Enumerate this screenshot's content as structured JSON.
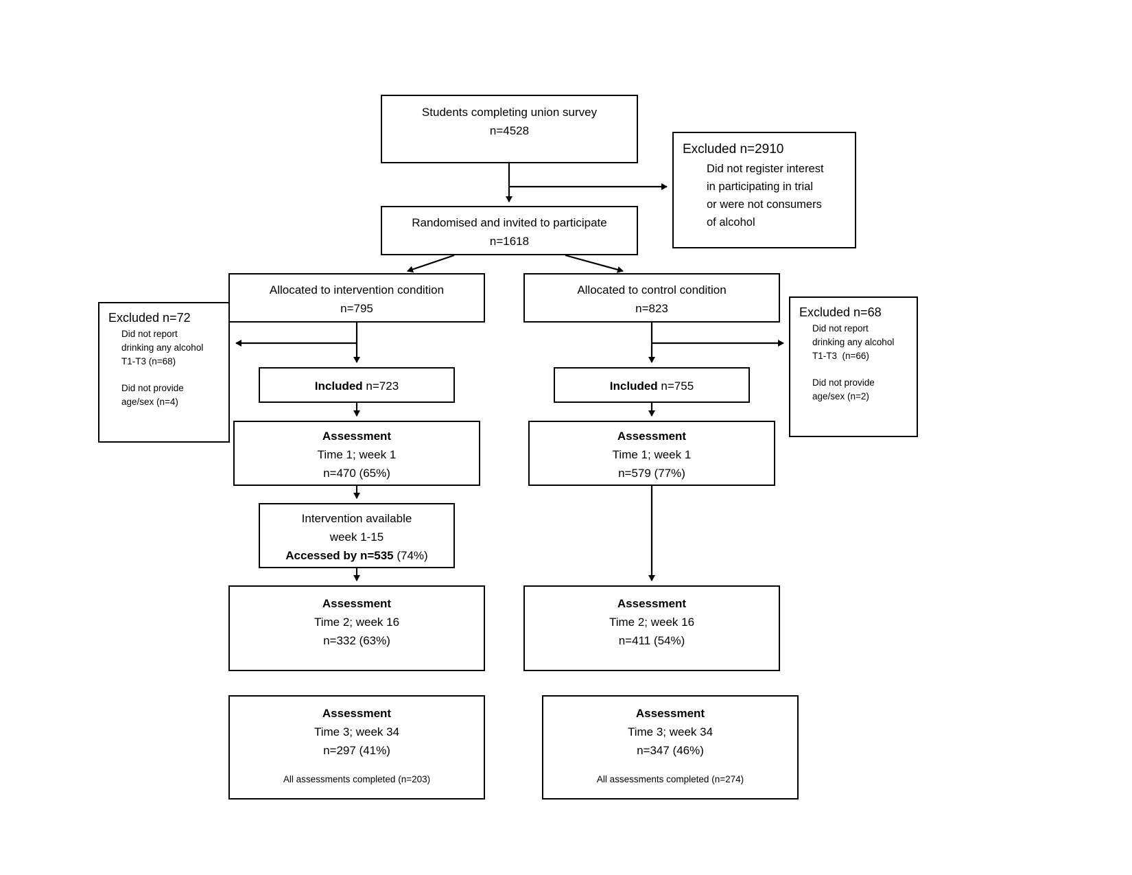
{
  "colors": {
    "line": "#000000",
    "background": "#ffffff"
  },
  "flow": {
    "survey": {
      "line1": "Students completing union survey",
      "line2": "n=4528"
    },
    "excluded_top": {
      "title": "Excluded n=2910",
      "lines": [
        "Did not register interest",
        "in participating in trial",
        "or were not consumers",
        "of alcohol"
      ]
    },
    "randomised": {
      "line1": "Randomised and invited to participate",
      "line2": "n=1618"
    },
    "allocated_intervention": {
      "line1": "Allocated to intervention condition",
      "line2": "n=795"
    },
    "allocated_control": {
      "line1": "Allocated to control condition",
      "line2": "n=823"
    },
    "excluded_left": {
      "title": "Excluded n=72",
      "lines": [
        "Did not report",
        "drinking any alcohol",
        "T1-T3 (n=68)"
      ],
      "lines2": [
        "Did not provide",
        "age/sex (n=4)"
      ]
    },
    "excluded_right": {
      "title": "Excluded n=68",
      "lines": [
        "Did not report",
        "drinking any alcohol",
        "T1-T3  (n=66)"
      ],
      "lines2": [
        "Did not provide",
        "age/sex (n=2)"
      ]
    },
    "included_intervention": {
      "bold": "Included",
      "rest": " n=723"
    },
    "included_control": {
      "bold": "Included",
      "rest": " n=755"
    },
    "assessment_t1_intervention": {
      "title": "Assessment",
      "line2": "Time 1; week 1",
      "line3": "n=470 (65%)"
    },
    "assessment_t1_control": {
      "title": "Assessment",
      "line2": "Time 1; week 1",
      "line3": "n=579 (77%)"
    },
    "intervention_available": {
      "line1": "Intervention available",
      "line2": "week 1-15",
      "bold": "Accessed by n=535",
      "rest": " (74%)"
    },
    "assessment_t2_intervention": {
      "title": "Assessment",
      "line2": "Time 2; week 16",
      "line3": "n=332 (63%)"
    },
    "assessment_t2_control": {
      "title": "Assessment",
      "line2": "Time 2; week 16",
      "line3": "n=411 (54%)"
    },
    "assessment_t3_intervention": {
      "title": "Assessment",
      "line2": "Time 3; week 34",
      "line3": "n=297 (41%)",
      "note": "All assessments completed (n=203)"
    },
    "assessment_t3_control": {
      "title": "Assessment",
      "line2": "Time 3; week 34",
      "line3": "n=347 (46%)",
      "note": "All assessments completed (n=274)"
    }
  }
}
